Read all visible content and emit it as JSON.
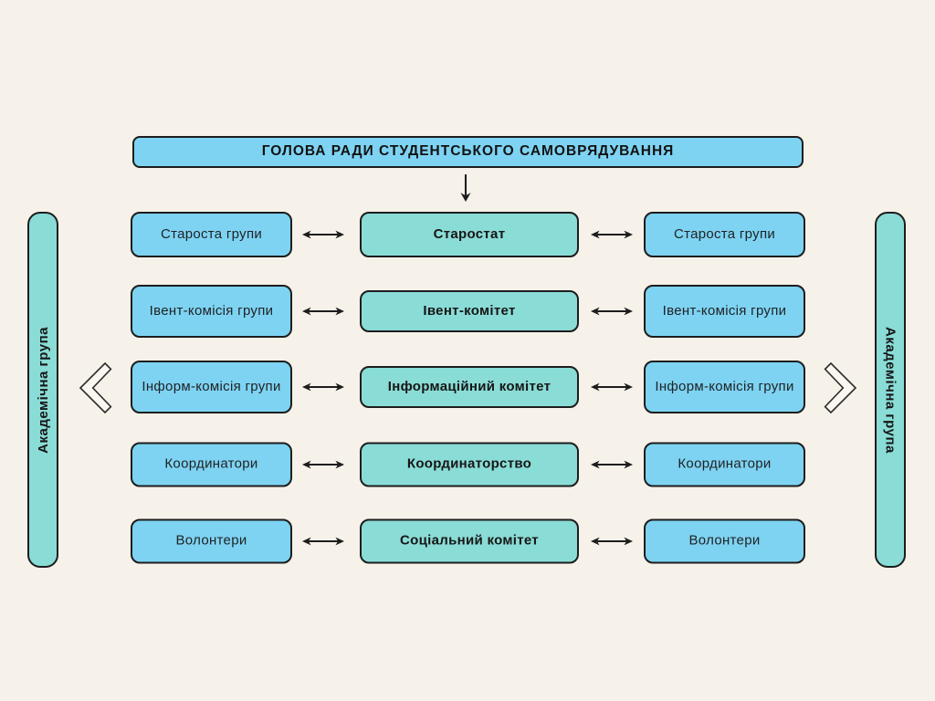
{
  "diagram": {
    "title": "ГОЛОВА РАДИ СТУДЕНТСЬКОГО САМОВРЯДУВАННЯ",
    "left_band_label": "Академічна група",
    "right_band_label": "Академічна група",
    "rows": [
      {
        "left": "Староста групи",
        "center": "Старостат",
        "right": "Староста групи"
      },
      {
        "left": "Івент-комісія групи",
        "center": "Івент-комітет",
        "right": "Івент-комісія групи"
      },
      {
        "left": "Інформ-комісія групи",
        "center": "Інформаційний комітет",
        "right": "Інформ-комісія групи"
      },
      {
        "left": "Координатори",
        "center": "Координаторство",
        "right": "Координатори"
      },
      {
        "left": "Волонтери",
        "center": "Соціальний комітет",
        "right": "Волонтери"
      }
    ],
    "icons": {
      "down_arrow": "down-arrow-icon",
      "double_arrow": "double-headed-arrow-icon",
      "chevron_left": "chevron-left-icon",
      "chevron_right": "chevron-right-icon"
    },
    "colors": {
      "background": "#f6f1e9",
      "blue_box": "#7ed3f2",
      "teal_box": "#8adcd6",
      "border": "#1d1d1d",
      "text": "#1d1d1d"
    }
  }
}
